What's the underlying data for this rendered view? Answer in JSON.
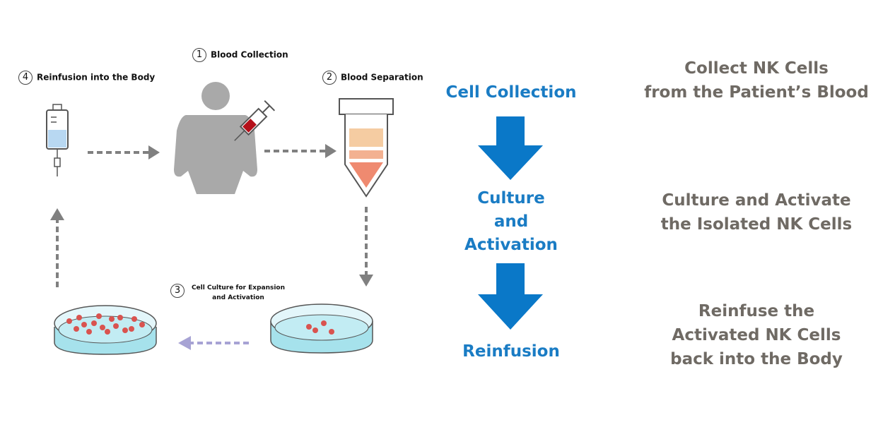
{
  "steps": {
    "s1": {
      "num": "1",
      "label": "Blood Collection"
    },
    "s2": {
      "num": "2",
      "label": "Blood Separation"
    },
    "s3": {
      "num": "3",
      "label": "Cell Culture for Expansion\nand Activation"
    },
    "s4": {
      "num": "4",
      "label": "Reinfusion into the Body"
    }
  },
  "phases": {
    "collection": "Cell Collection",
    "culture": "Culture\nand\nActivation",
    "reinfusion": "Reinfusion"
  },
  "descriptions": {
    "collection": "Collect NK Cells\nfrom the Patient’s Blood",
    "culture": "Culture and Activate\nthe Isolated NK Cells",
    "reinfusion": "Reinfuse the\nActivated NK Cells\nback into the Body"
  },
  "colors": {
    "accent_blue": "#1a7cc4",
    "description_gray": "#6f6a64",
    "person_gray": "#a9a9a9",
    "arrow_gray": "#808080",
    "arrow_purple": "#a7a3d4",
    "culture_liquid": "#a6e2ec",
    "cell_red": "#d9534f"
  },
  "icons": [
    "iv-bag-icon",
    "person-icon",
    "syringe-icon",
    "centrifuge-tube-icon",
    "petri-dish-icon"
  ]
}
